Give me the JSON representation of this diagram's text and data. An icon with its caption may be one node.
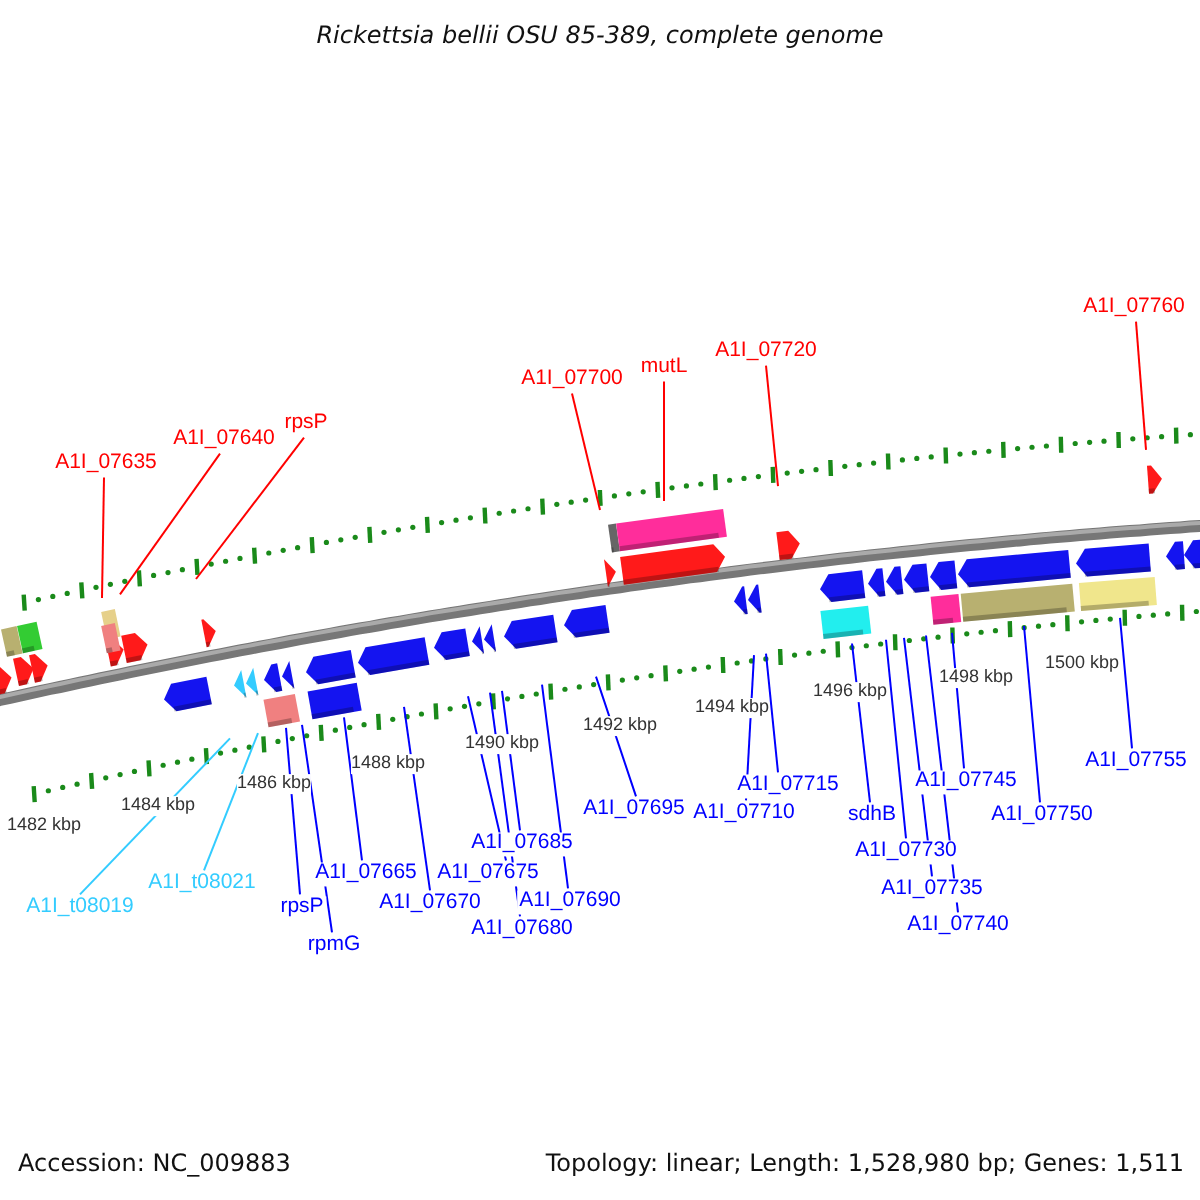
{
  "diagram": {
    "title": "Rickettsia bellii OSU 85-389, complete genome",
    "nodes": [
      {
        "text": [
          "A1I_07635"
        ]
      },
      {
        "text": [
          "A1I_07640"
        ]
      },
      {
        "text": [
          "rpsP"
        ]
      },
      {
        "text": [
          "A1I_07700"
        ]
      },
      {
        "text": [
          "mutL"
        ]
      },
      {
        "text": [
          "A1I_07720"
        ]
      },
      {
        "text": [
          "A1I_07760"
        ]
      },
      {
        "text": [
          "A1I_t08019"
        ]
      },
      {
        "text": [
          "A1I_t08021"
        ]
      },
      {
        "text": [
          "rpsP"
        ]
      },
      {
        "text": [
          "rpmG"
        ]
      },
      {
        "text": [
          "A1I_07665"
        ]
      },
      {
        "text": [
          "A1I_07670"
        ]
      },
      {
        "text": [
          "A1I_07675"
        ]
      },
      {
        "text": [
          "A1I_07685"
        ]
      },
      {
        "text": [
          "A1I_07680"
        ]
      },
      {
        "text": [
          "A1I_07690"
        ]
      },
      {
        "text": [
          "A1I_07695"
        ]
      },
      {
        "text": [
          "A1I_07710"
        ]
      },
      {
        "text": [
          "A1I_07715"
        ]
      },
      {
        "text": [
          "sdhB"
        ]
      },
      {
        "text": [
          "A1I_07730"
        ]
      },
      {
        "text": [
          "A1I_07735"
        ]
      },
      {
        "text": [
          "A1I_07740"
        ]
      },
      {
        "text": [
          "A1I_07745"
        ]
      },
      {
        "text": [
          "A1I_07750"
        ]
      },
      {
        "text": [
          "A1I_07755"
        ]
      }
    ],
    "edges": [
      {
        "from": 0,
        "to": null,
        "arrow": "none",
        "color": "#ff0000"
      },
      {
        "from": 1,
        "to": null,
        "arrow": "none",
        "color": "#ff0000"
      },
      {
        "from": 2,
        "to": null,
        "arrow": "none",
        "color": "#ff0000"
      },
      {
        "from": 3,
        "to": null,
        "arrow": "none",
        "color": "#ff0000"
      },
      {
        "from": 4,
        "to": null,
        "arrow": "none",
        "color": "#ff0000"
      },
      {
        "from": 5,
        "to": null,
        "arrow": "none",
        "color": "#ff0000"
      },
      {
        "from": 6,
        "to": null,
        "arrow": "none",
        "color": "#ff0000"
      },
      {
        "from": 7,
        "to": null,
        "arrow": "none",
        "color": "#33ccff"
      },
      {
        "from": 8,
        "to": null,
        "arrow": "none",
        "color": "#33ccff"
      },
      {
        "from": 9,
        "to": null,
        "arrow": "none"
      },
      {
        "from": 10,
        "to": null,
        "arrow": "none"
      },
      {
        "from": 11,
        "to": null,
        "arrow": "none"
      },
      {
        "from": 12,
        "to": null,
        "arrow": "none"
      },
      {
        "from": 13,
        "to": null,
        "arrow": "none"
      },
      {
        "from": 14,
        "to": null,
        "arrow": "none"
      },
      {
        "from": 15,
        "to": null,
        "arrow": "none"
      },
      {
        "from": 16,
        "to": null,
        "arrow": "none"
      },
      {
        "from": 17,
        "to": null,
        "arrow": "none"
      },
      {
        "from": 18,
        "to": null,
        "arrow": "none"
      },
      {
        "from": 19,
        "to": null,
        "arrow": "none"
      },
      {
        "from": 20,
        "to": null,
        "arrow": "none"
      },
      {
        "from": 21,
        "to": null,
        "arrow": "none"
      },
      {
        "from": 22,
        "to": null,
        "arrow": "none"
      },
      {
        "from": 23,
        "to": null,
        "arrow": "none"
      },
      {
        "from": 24,
        "to": null,
        "arrow": "none"
      },
      {
        "from": 25,
        "to": null,
        "arrow": "none"
      },
      {
        "from": 26,
        "to": null,
        "arrow": "none"
      }
    ],
    "labels": [
      "1482 kbp",
      "1484 kbp",
      "1486 kbp",
      "1488 kbp",
      "1490 kbp",
      "1492 kbp",
      "1494 kbp",
      "1496 kbp",
      "1498 kbp",
      "1500 kbp",
      "Accession: NC_009883",
      "Topology: linear; Length: 1,528,980 bp; Genes: 1,511"
    ]
  }
}
